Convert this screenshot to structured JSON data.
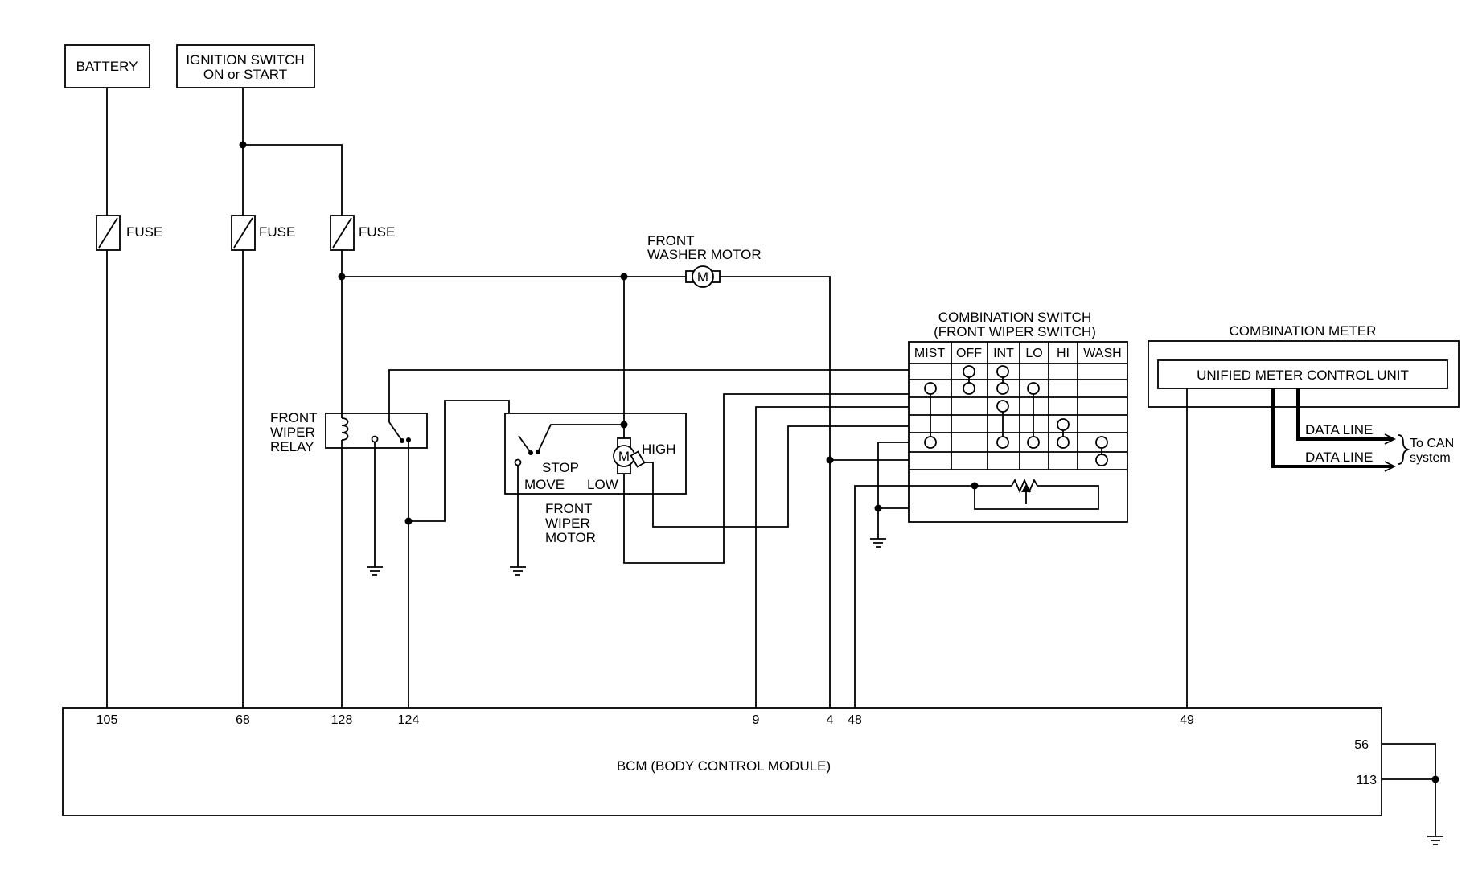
{
  "components": {
    "battery": "BATTERY",
    "ignition_line1": "IGNITION SWITCH",
    "ignition_line2": "ON or START",
    "fuse_label": "FUSE",
    "washer_line1": "FRONT",
    "washer_line2": "WASHER MOTOR",
    "relay_line1": "FRONT",
    "relay_line2": "WIPER",
    "relay_line3": "RELAY",
    "wiper_motor_line1": "FRONT",
    "wiper_motor_line2": "WIPER",
    "wiper_motor_line3": "MOTOR",
    "motor_stop": "STOP",
    "motor_move": "MOVE",
    "motor_low": "LOW",
    "motor_high": "HIGH",
    "motor_symbol": "M",
    "combo_switch_line1": "COMBINATION SWITCH",
    "combo_switch_line2": "(FRONT WIPER SWITCH)",
    "switch_positions": [
      "MIST",
      "OFF",
      "INT",
      "LO",
      "HI",
      "WASH"
    ],
    "combo_meter": "COMBINATION METER",
    "meter_unit": "UNIFIED METER CONTROL UNIT",
    "data_line": "DATA LINE",
    "can_line1": "To CAN",
    "can_line2": "system",
    "bcm": "BCM (BODY CONTROL MODULE)"
  },
  "bcm_pins": {
    "p105": "105",
    "p68": "68",
    "p128": "128",
    "p124": "124",
    "p9": "9",
    "p4": "4",
    "p48": "48",
    "p49": "49",
    "p56": "56",
    "p113": "113"
  }
}
